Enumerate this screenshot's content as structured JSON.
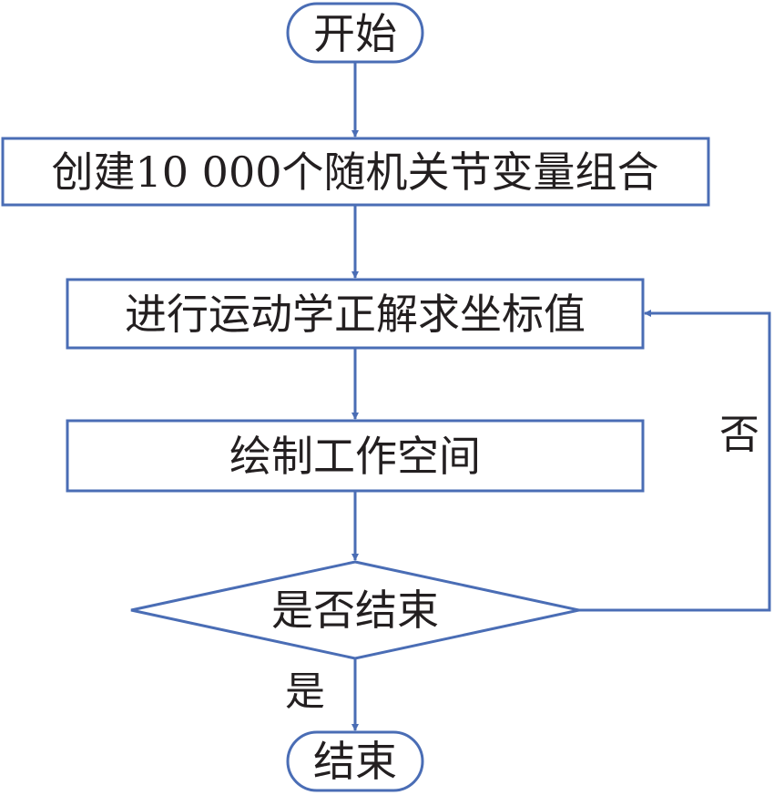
{
  "colors": {
    "line": "#4a6db5",
    "text": "#231f20",
    "background": "#ffffff"
  },
  "nodes": {
    "start": "开始",
    "create": "创建10 000个随机关节变量组合",
    "forward": "进行运动学正解求坐标值",
    "draw": "绘制工作空间",
    "decision": "是否结束",
    "end": "结束"
  },
  "edges": {
    "yes": "是",
    "no": "否"
  }
}
